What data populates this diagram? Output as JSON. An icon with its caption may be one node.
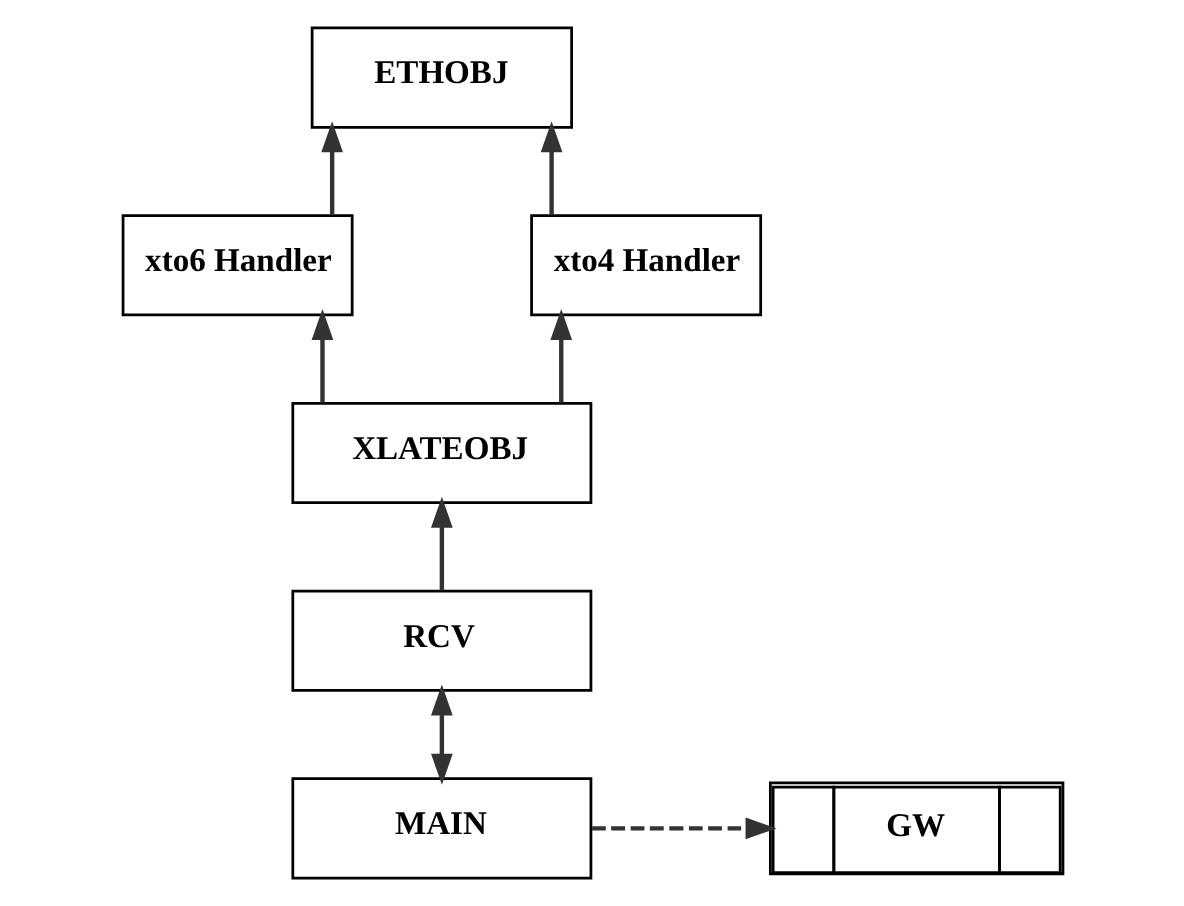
{
  "diagram": {
    "nodes": [
      {
        "text": [
          "ETHOBJ"
        ]
      },
      {
        "text": [
          "xto6 Handler"
        ]
      },
      {
        "text": [
          "xto4 Handler"
        ]
      },
      {
        "text": [
          "XLATEOBJ"
        ]
      },
      {
        "text": [
          "RCV"
        ]
      },
      {
        "text": [
          "MAIN"
        ]
      },
      {
        "text": [
          "GW"
        ]
      }
    ],
    "edges": [
      {
        "from": 1,
        "to": 0,
        "arrow": "to"
      },
      {
        "from": 2,
        "to": 0,
        "arrow": "to"
      },
      {
        "from": 3,
        "to": 1,
        "arrow": "to"
      },
      {
        "from": 3,
        "to": 2,
        "arrow": "to"
      },
      {
        "from": 4,
        "to": 3,
        "arrow": "to"
      },
      {
        "from": 5,
        "to": 4,
        "arrow": "both"
      },
      {
        "from": 5,
        "to": 6,
        "arrow": "to",
        "style": "dashed"
      }
    ]
  }
}
